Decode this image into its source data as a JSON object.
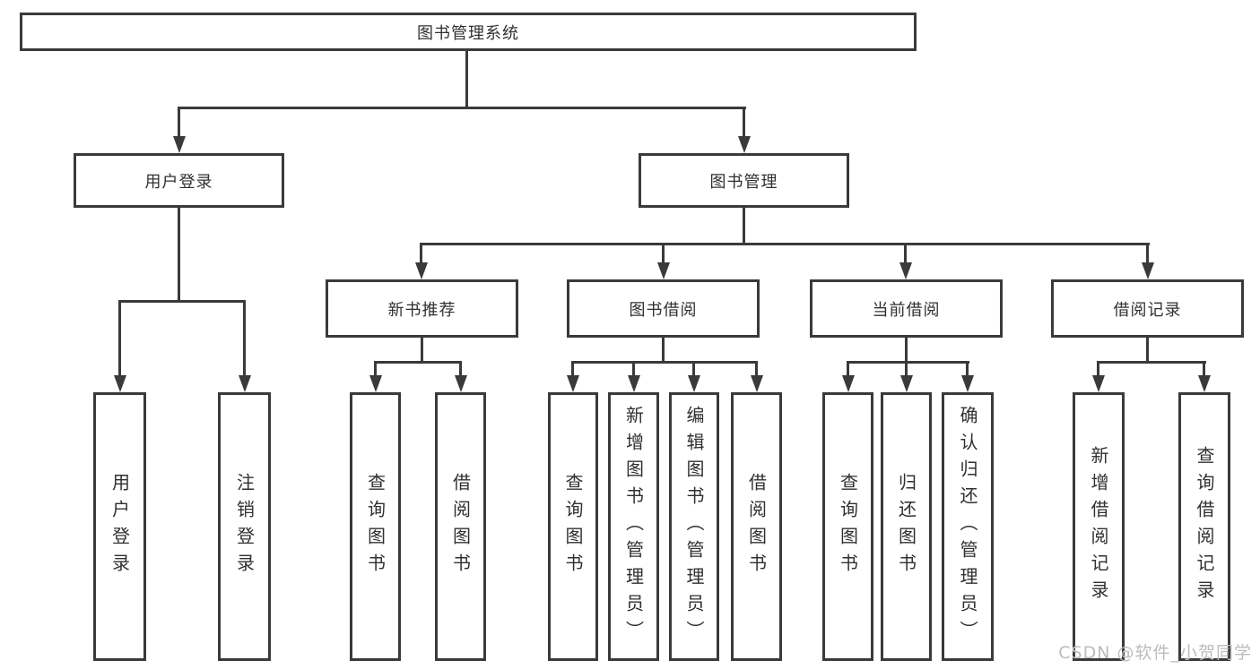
{
  "colors": {
    "line": "#3a3a3a",
    "text": "#303030",
    "watermark": "#bcbcbc",
    "background": "#ffffff"
  },
  "watermark": {
    "text": "CSDN @软件_小贺同学"
  },
  "tree": {
    "root": {
      "label": "图书管理系统"
    },
    "branches": [
      {
        "label": "用户登录",
        "children": [
          {
            "label": "用户登录"
          },
          {
            "label": "注销登录"
          }
        ]
      },
      {
        "label": "图书管理",
        "children": [
          {
            "label": "新书推荐",
            "children": [
              {
                "label": "查询图书"
              },
              {
                "label": "借阅图书"
              }
            ]
          },
          {
            "label": "图书借阅",
            "children": [
              {
                "label": "查询图书"
              },
              {
                "label": "新增图书（管理员）"
              },
              {
                "label": "编辑图书（管理员）"
              },
              {
                "label": "借阅图书"
              }
            ]
          },
          {
            "label": "当前借阅",
            "children": [
              {
                "label": "查询图书"
              },
              {
                "label": "归还图书"
              },
              {
                "label": "确认归还（管理员）"
              }
            ]
          },
          {
            "label": "借阅记录",
            "children": [
              {
                "label": "新增借阅记录"
              },
              {
                "label": "查询借阅记录"
              }
            ]
          }
        ]
      }
    ]
  }
}
